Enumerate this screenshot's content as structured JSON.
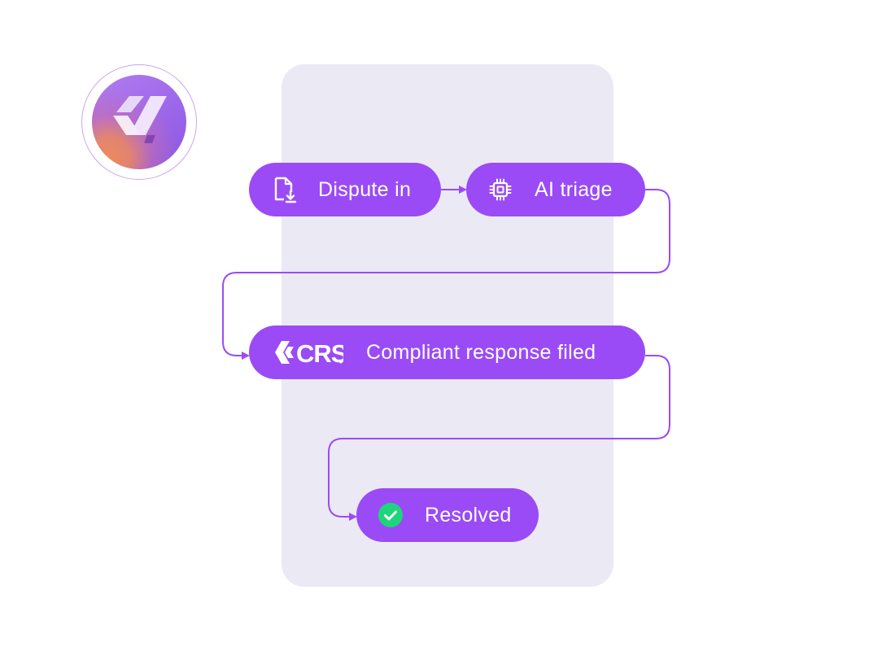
{
  "logo": {
    "icon": "brand-chevron-check-icon",
    "gradient_colors": [
      "#b17df0",
      "#8a57e2",
      "#ee8a5c"
    ],
    "ring_color": "#c9a6f2"
  },
  "panel": {
    "background": "#ebe9f3"
  },
  "steps": [
    {
      "id": "dispute",
      "label": "Dispute in",
      "icon": "document-download-icon"
    },
    {
      "id": "triage",
      "label": "AI triage",
      "icon": "cpu-chip-icon"
    },
    {
      "id": "filed",
      "label": "Compliant response filed",
      "icon": "crs-logo",
      "logo_text": "CRS"
    },
    {
      "id": "resolved",
      "label": "Resolved",
      "icon": "green-check-circle-icon"
    }
  ],
  "colors": {
    "pill": "#9a4bf5",
    "connector": "#9a4bf5",
    "text": "#ffffff",
    "success": "#1ed67a"
  }
}
